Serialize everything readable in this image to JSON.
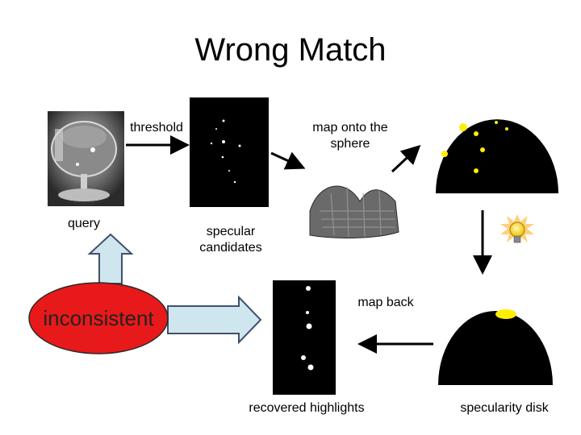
{
  "title": "Wrong Match",
  "labels": {
    "threshold": "threshold",
    "map_onto_line1": "map onto the",
    "map_onto_line2": "sphere",
    "query": "query",
    "specular_line1": "specular",
    "specular_line2": "candidates",
    "map_back": "map back",
    "inconsistent": "inconsistent",
    "recovered_highlights": "recovered highlights",
    "specularity_disk": "specularity disk"
  },
  "colors": {
    "inconsistent_fill": "#e8191a",
    "block_arrow_fill": "#cfe6ee",
    "block_arrow_stroke": "#40506e",
    "highlight_yellow": "#ffee00"
  },
  "icons": {
    "light_bulb": "light-bulb-icon"
  }
}
